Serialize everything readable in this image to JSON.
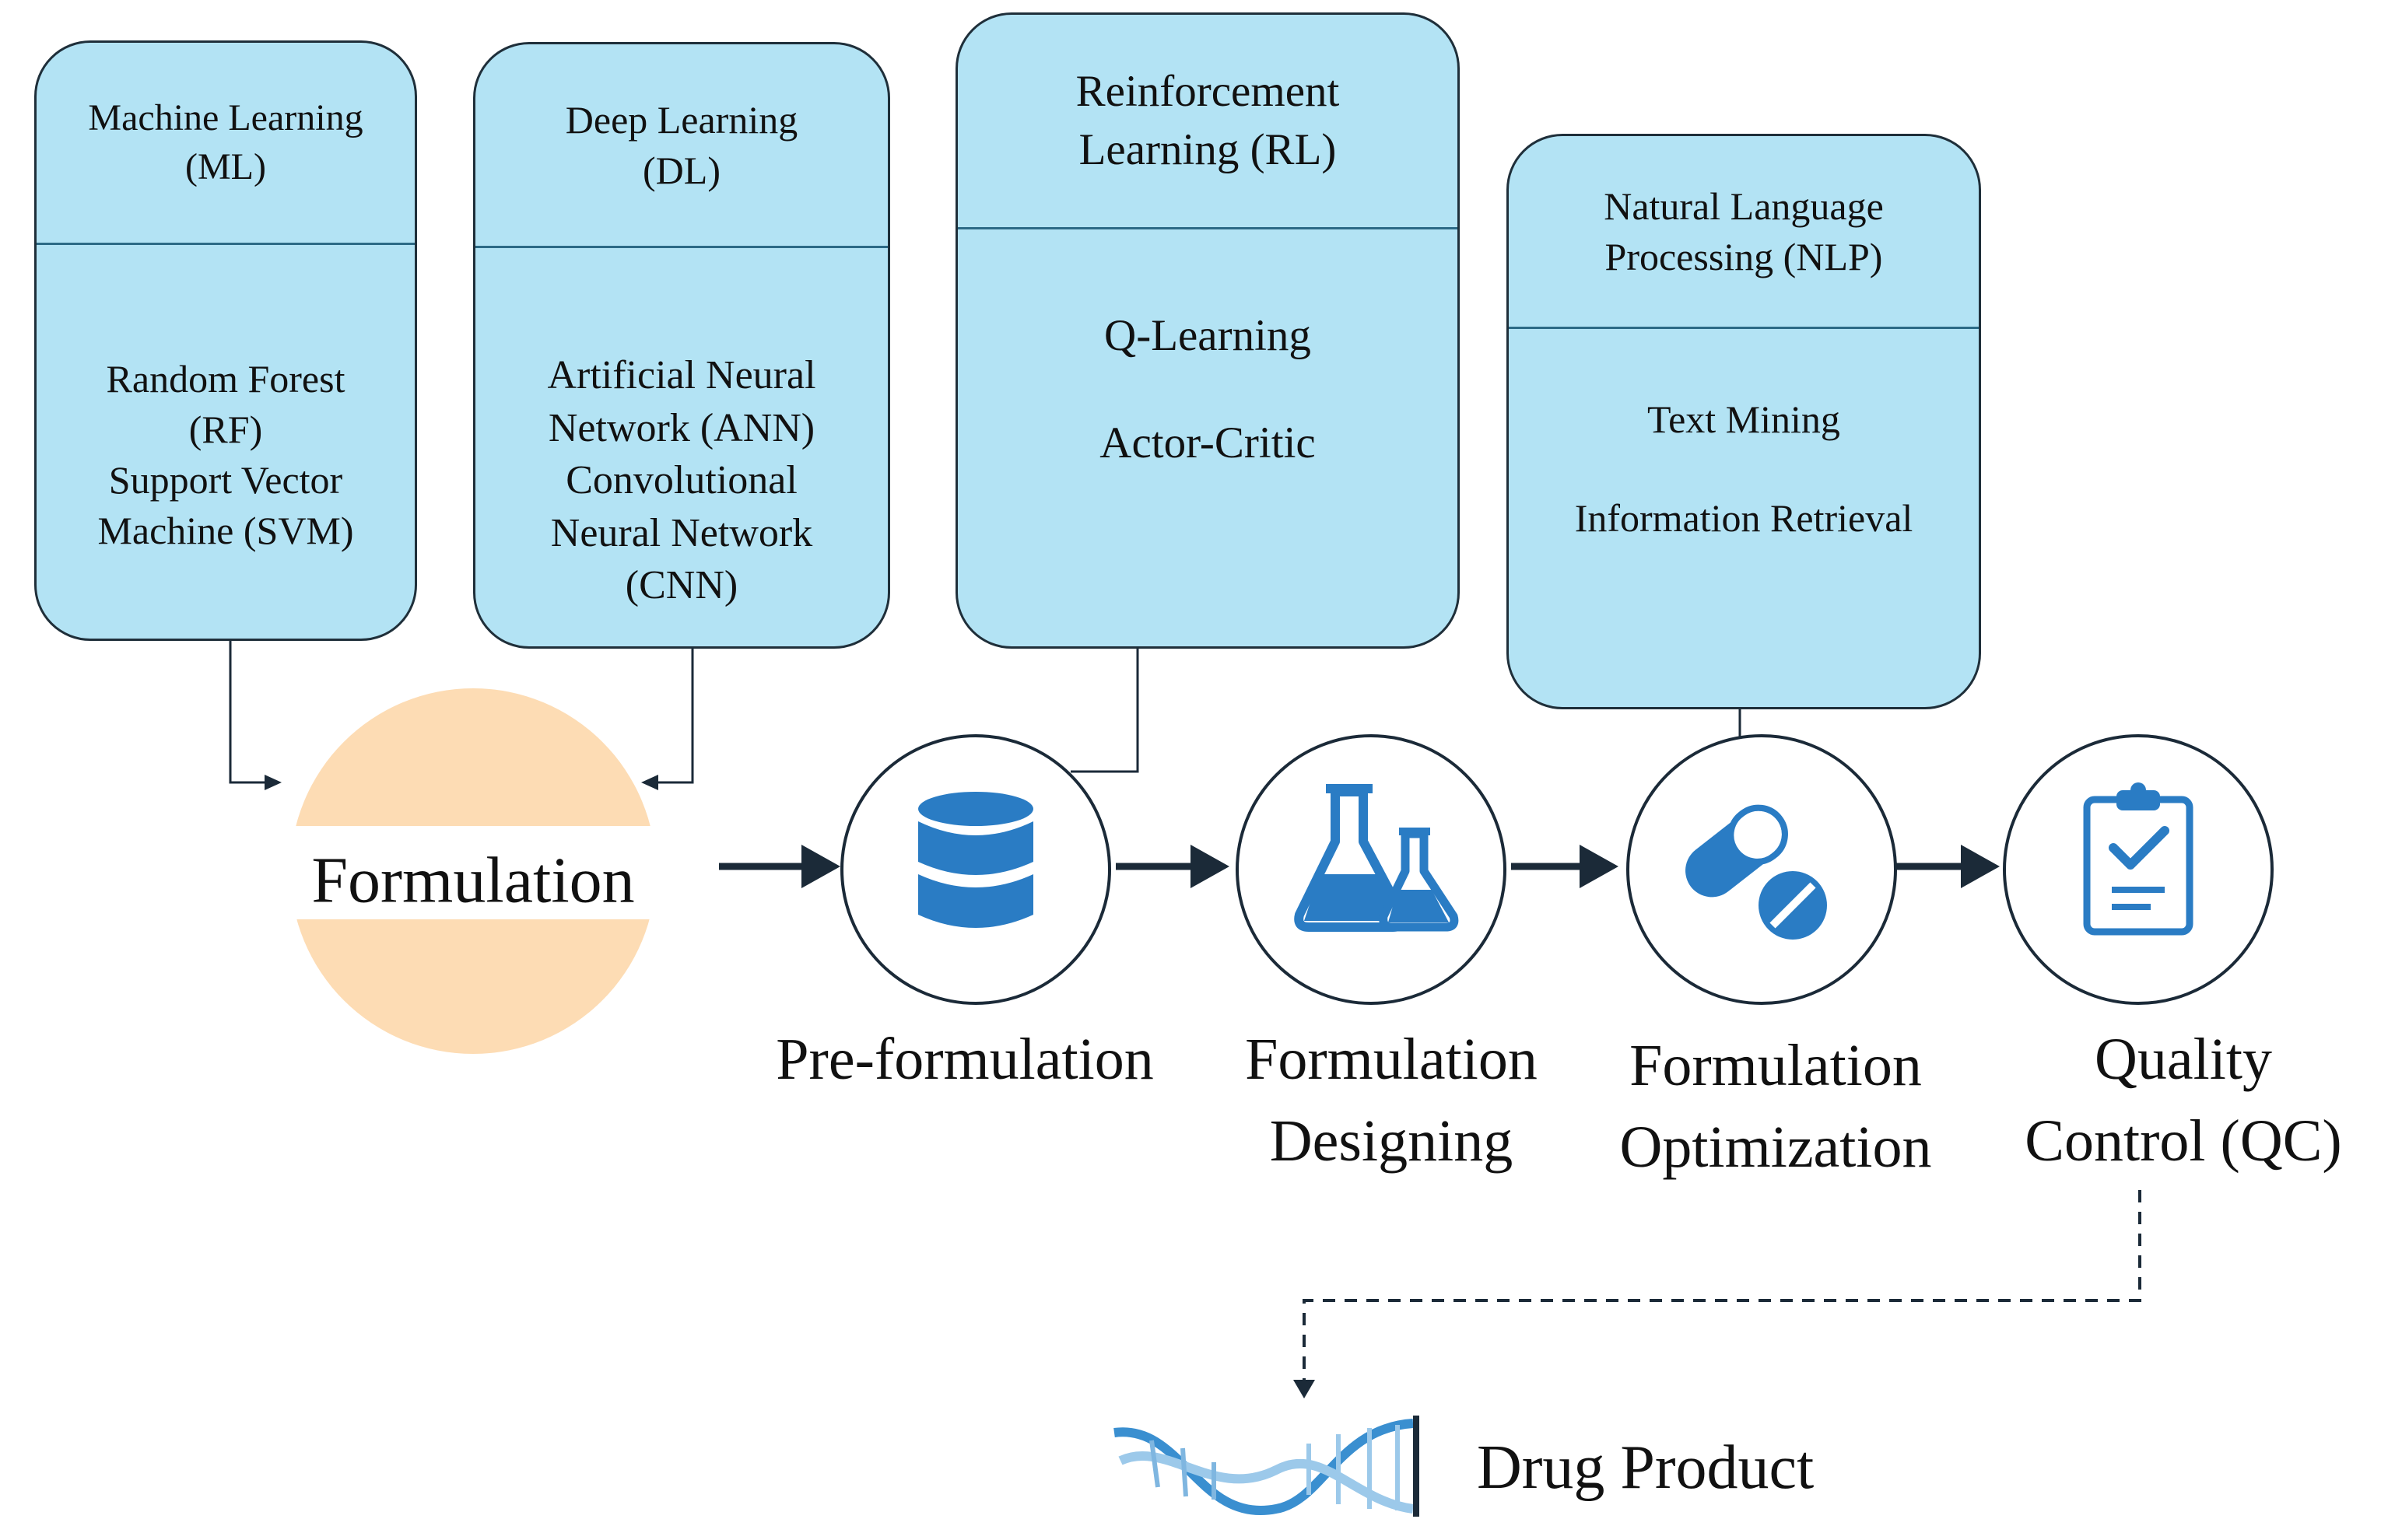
{
  "boxes": {
    "ml": {
      "title": [
        "Machine Learning",
        "(ML)"
      ],
      "items": [
        "Random Forest",
        "(RF)",
        "Support Vector",
        "Machine (SVM)"
      ]
    },
    "dl": {
      "title": [
        "Deep Learning",
        "(DL)"
      ],
      "items": [
        "Artificial Neural",
        "Network (ANN)",
        "Convolutional",
        "Neural Network",
        "(CNN)"
      ]
    },
    "rl": {
      "title": [
        "Reinforcement",
        "Learning (RL)"
      ],
      "items": [
        "Q-Learning",
        "Actor-Critic"
      ]
    },
    "nlp": {
      "title": [
        "Natural Language",
        "Processing (NLP)"
      ],
      "items": [
        "Text Mining",
        "Information Retrieval"
      ]
    }
  },
  "formulation": {
    "label": "Formulation"
  },
  "stages": [
    {
      "label": [
        "Pre-formulation"
      ],
      "icon": "database-icon"
    },
    {
      "label": [
        "Formulation",
        "Designing"
      ],
      "icon": "lab-flasks-icon"
    },
    {
      "label": [
        "Formulation",
        "Optimization"
      ],
      "icon": "capsule-pill-icon"
    },
    {
      "label": [
        "Quality",
        "Control (QC)"
      ],
      "icon": "clipboard-check-icon"
    }
  ],
  "output": {
    "label": "Drug Product",
    "icon": "dna-icon"
  },
  "colors": {
    "box_fill": "#b3e3f4",
    "box_border": "#1f2f3a",
    "box_divider": "#2c6a86",
    "formulation_circle": "#fddcb4",
    "icon_blue": "#2a7cc4",
    "arrow": "#1b2a38",
    "dna_blue": "#3a8fd0"
  }
}
